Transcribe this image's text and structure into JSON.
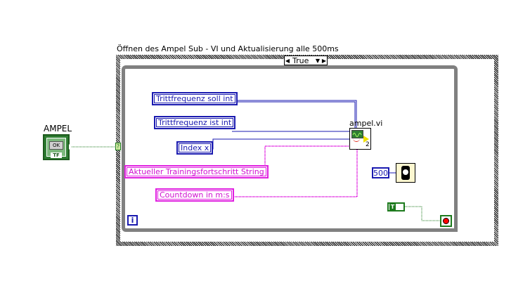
{
  "case_structure": {
    "label": "Öffnen des Ampel Sub - VI und Aktualisierung alle 500ms",
    "selector_value": "True",
    "selector_left_arrow": "◀",
    "selector_right_arrow": "▶",
    "selector_dropdown": "▼",
    "tunnel_glyph": "?"
  },
  "front_controls": {
    "ampel": {
      "label": "AMPEL",
      "button_text": "OK",
      "type_badge": "TF"
    }
  },
  "terminals": [
    {
      "label": "Trittfrequenz soll int",
      "type": "numeric"
    },
    {
      "label": "Trittfrequenz ist int",
      "type": "numeric"
    },
    {
      "label": "Index x",
      "type": "numeric"
    },
    {
      "label": "Aktueller Trainingsfortschritt String",
      "type": "string"
    },
    {
      "label": "Countdown in m:s",
      "type": "string"
    }
  ],
  "subvi": {
    "label": "ampel.vi",
    "badge": "2"
  },
  "wait": {
    "constant": "500"
  },
  "stop": {
    "bool_constant": "T"
  },
  "loop": {
    "iteration_label": "i"
  },
  "colors": {
    "numeric_wire": "#1a1ab0",
    "string_wire": "#e020e0",
    "boolean_wire": "#1d7a1d",
    "loop_border": "#808080",
    "wait_bg": "#fdf7d0",
    "stop_red": "#ff0000"
  }
}
